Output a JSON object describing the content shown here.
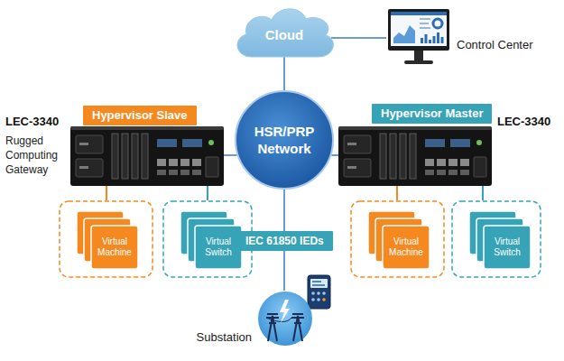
{
  "diagram": {
    "nodes": [
      {
        "text": [
          "Cloud"
        ]
      },
      {
        "text": [
          "Control Center"
        ]
      },
      {
        "text": [
          "Hypervisor Slave"
        ]
      },
      {
        "text": [
          "LEC-3340",
          "Rugged Computing Gateway"
        ]
      },
      {
        "text": [
          "HSR/PRP Network"
        ]
      },
      {
        "text": [
          "Hypervisor Master"
        ]
      },
      {
        "text": [
          "LEC-3340"
        ]
      },
      {
        "text": [
          "Virtual Machine"
        ]
      },
      {
        "text": [
          "Virtual Switch"
        ]
      },
      {
        "text": [
          "IEC 61850 IEDs"
        ]
      },
      {
        "text": [
          "Virtual Machine"
        ]
      },
      {
        "text": [
          "Virtual Switch"
        ]
      },
      {
        "text": [
          "Substation"
        ]
      }
    ],
    "edges": [
      {
        "from": 0,
        "to": 1,
        "arrow": "none"
      },
      {
        "from": 0,
        "to": 4,
        "arrow": "none"
      },
      {
        "from": 3,
        "to": 4,
        "arrow": "none"
      },
      {
        "from": 6,
        "to": 4,
        "arrow": "none"
      },
      {
        "from": 4,
        "to": 9,
        "arrow": "none"
      },
      {
        "from": 9,
        "to": 12,
        "arrow": "none"
      },
      {
        "from": 3,
        "to": 7,
        "arrow": "none"
      },
      {
        "from": 3,
        "to": 8,
        "arrow": "none"
      },
      {
        "from": 6,
        "to": 10,
        "arrow": "none"
      },
      {
        "from": 6,
        "to": 11,
        "arrow": "none"
      }
    ]
  }
}
